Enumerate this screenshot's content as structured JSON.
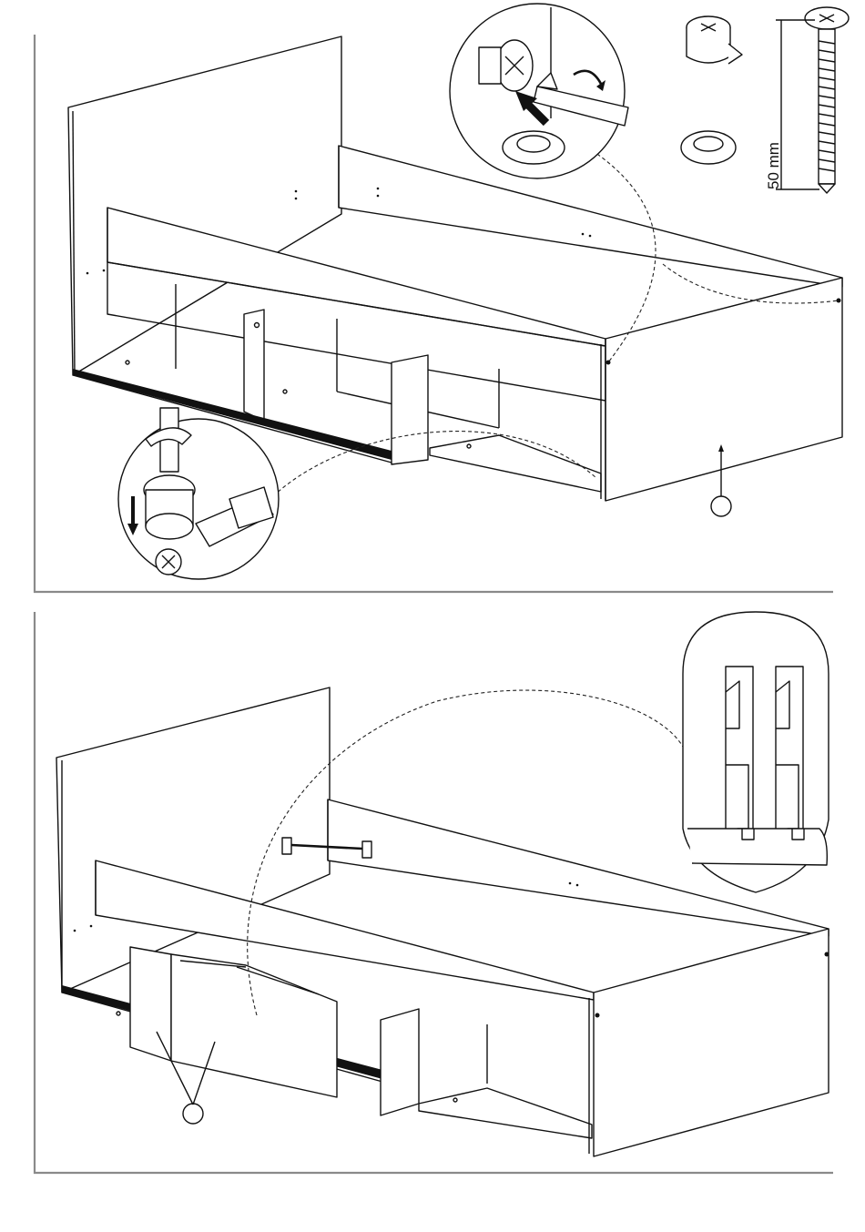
{
  "step1": {
    "dimension_label": "50 mm",
    "callout_icon": "circle-callout"
  },
  "step2": {
    "callout_icon": "circle-callout"
  },
  "colors": {
    "line": "#111111",
    "frame": "#8a8a8a",
    "background": "#ffffff"
  }
}
